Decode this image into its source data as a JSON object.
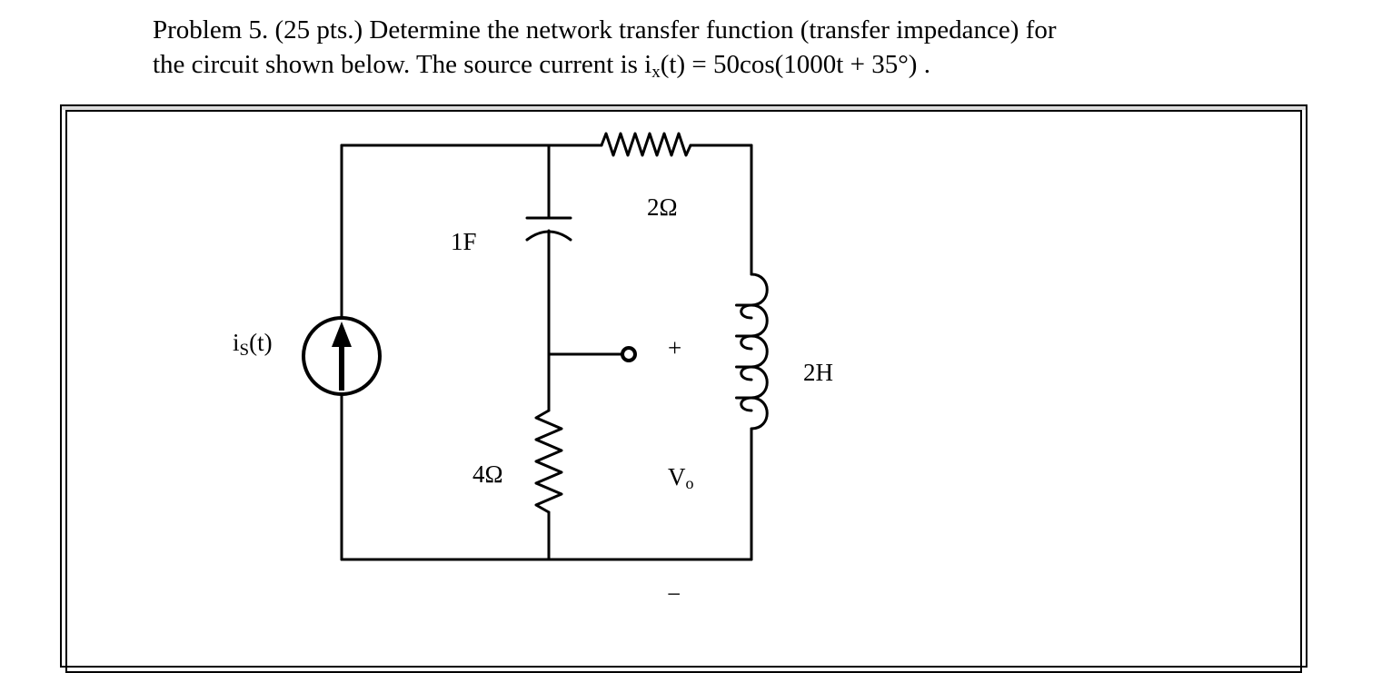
{
  "problem": {
    "line1": "Problem 5. (25 pts.)  Determine the network transfer function (transfer impedance) for",
    "line2_a": "the circuit shown below.  The source current is i",
    "line2_sub": "x",
    "line2_b": "(t) = 50cos(1000t + 35°) ."
  },
  "circuit": {
    "source_label": "i",
    "source_label_sub": "S",
    "source_label_arg": "(t)",
    "capacitor_label": "1F",
    "r_top_label": "2Ω",
    "r_bottom_label": "4Ω",
    "inductor_label": "2H",
    "plus_sign": "+",
    "minus_sign": "−",
    "vo_label": "V",
    "vo_sub": "o"
  }
}
